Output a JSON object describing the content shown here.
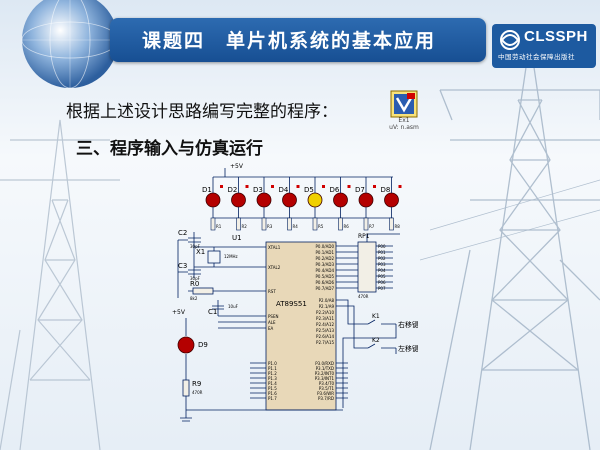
{
  "header": {
    "title": "课题四　单片机系统的基本应用",
    "logo_text": "CLSSPH",
    "logo_sub": "中国劳动社会保障出版社"
  },
  "content": {
    "line1": "根据上述设计思路编写完整的程序：",
    "line2": "三、程序输入与仿真运行",
    "file_icon_label_1": "Ex1",
    "file_icon_label_2": "uV: n.asm"
  },
  "circuit": {
    "vcc": "+5V",
    "leds": [
      "D1",
      "D2",
      "D3",
      "D4",
      "D5",
      "D6",
      "D7",
      "D8"
    ],
    "resistors_top": [
      "R1",
      "R2",
      "R3",
      "R4",
      "R5",
      "R6",
      "R7",
      "R8"
    ],
    "chip": "AT89S51",
    "chip_label": "U1",
    "crystal": "X1",
    "crystal_value": "12MHz",
    "caps": [
      "C2",
      "C3",
      "C1"
    ],
    "cap_values": [
      "30pF",
      "30pF",
      "10uF"
    ],
    "r0": "R0",
    "r0_value": "8k2",
    "r9": "R9",
    "r9_value": "470R",
    "rp": "RP1",
    "rp_value": "470R",
    "d9": "D9",
    "vcc2": "+5V",
    "k1": "K1",
    "k2": "K2",
    "k1_label": "右移键",
    "k2_label": "左移键",
    "pins_left": [
      "XTAL1",
      "XTAL2",
      "RST",
      "PSEN",
      "ALE",
      "EA"
    ],
    "pins_p0": [
      "P0.0/AD0",
      "P0.1/AD1",
      "P0.2/AD2",
      "P0.3/AD3",
      "P0.4/AD4",
      "P0.5/AD5",
      "P0.6/AD6",
      "P0.7/AD7"
    ],
    "pins_p2": [
      "P2.0/A8",
      "P2.1/A9",
      "P2.2/A10",
      "P2.3/A11",
      "P2.4/A12",
      "P2.5/A13",
      "P2.6/A14",
      "P2.7/A15"
    ],
    "pins_p1": [
      "P1.0",
      "P1.1",
      "P1.2",
      "P1.3",
      "P1.4",
      "P1.5",
      "P1.6",
      "P1.7"
    ],
    "pins_p3": [
      "P3.0/RXD",
      "P3.1/TXD",
      "P3.2/INT0",
      "P3.3/INT1",
      "P3.4/T0",
      "P3.5/T1",
      "P3.6/WR",
      "P3.7/RD"
    ],
    "p0_net": [
      "P00",
      "P01",
      "P02",
      "P03",
      "P04",
      "P05",
      "P06",
      "P07"
    ]
  },
  "colors": {
    "header_blue": "#1d5aa0",
    "led_red": "#b40000",
    "led_on": "#f0d000",
    "chip_fill": "#e8d8b8",
    "wire": "#002060"
  }
}
